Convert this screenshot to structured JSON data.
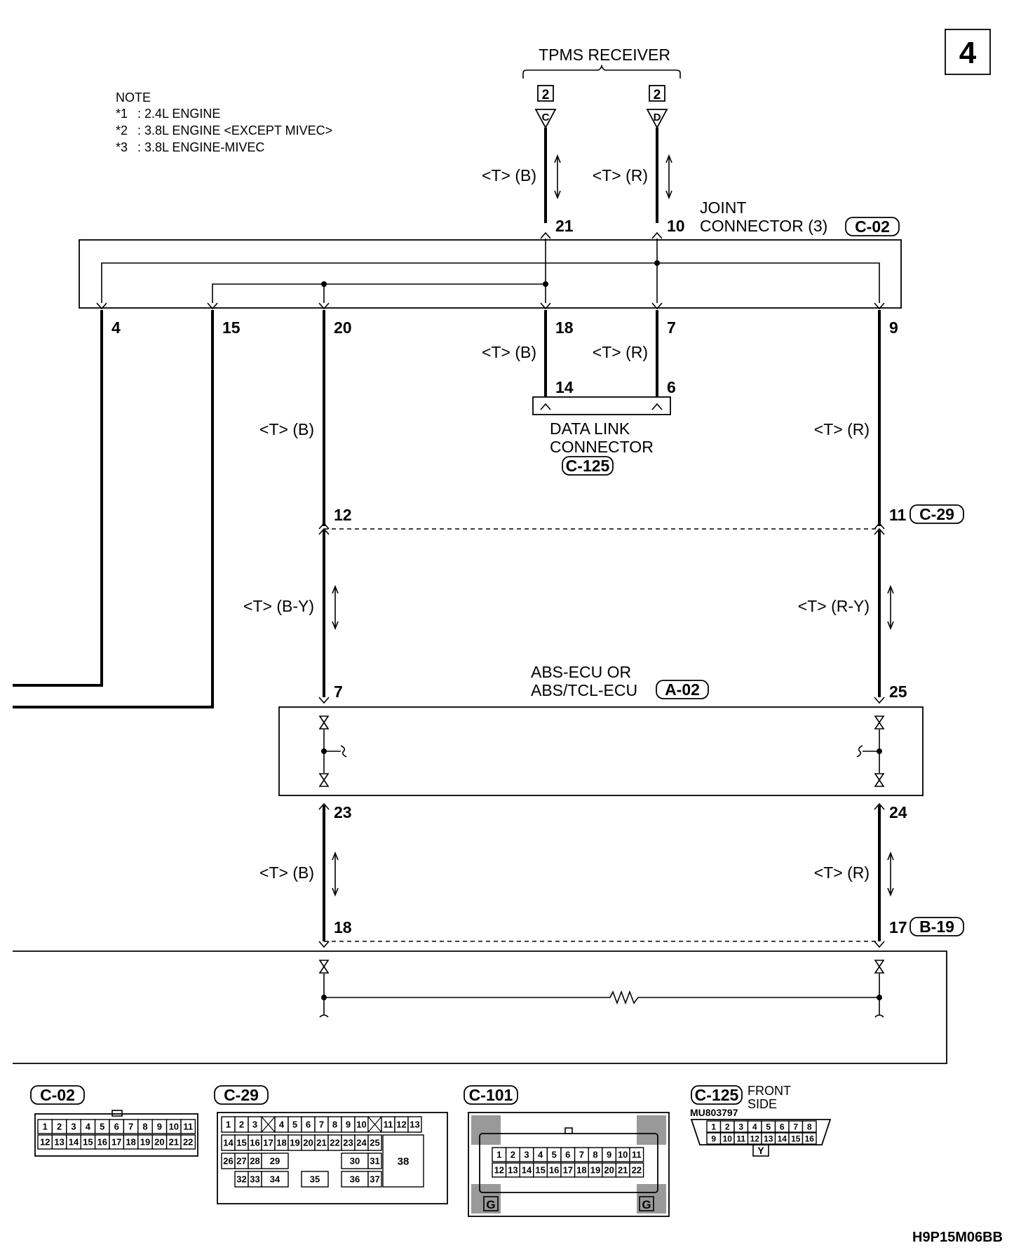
{
  "page_number": "4",
  "diagram_code": "H9P15M06BB",
  "note": {
    "title": "NOTE",
    "items": [
      {
        "mark": "*1",
        "text": ": 2.4L ENGINE"
      },
      {
        "mark": "*2",
        "text": ": 3.8L ENGINE <EXCEPT MIVEC>"
      },
      {
        "mark": "*3",
        "text": ": 3.8L ENGINE-MIVEC"
      }
    ]
  },
  "tpms": {
    "title": "TPMS RECEIVER",
    "pin_c_num": "2",
    "pin_c_letter": "C",
    "pin_d_num": "2",
    "pin_d_letter": "D"
  },
  "joint_connector": {
    "label1": "JOINT",
    "label2": "CONNECTOR (3)",
    "code": "C-02",
    "pins": {
      "p21": "21",
      "p10": "10",
      "p4": "4",
      "p15": "15",
      "p20": "20",
      "p18": "18",
      "p7": "7",
      "p9": "9"
    }
  },
  "wire_labels": {
    "tb": "<T> (B)",
    "tr": "<T> (R)",
    "tby": "<T> (B-Y)",
    "try": "<T> (R-Y)"
  },
  "data_link_connector": {
    "label1": "DATA LINK",
    "label2": "CONNECTOR",
    "code": "C-125",
    "pin14": "14",
    "pin6": "6"
  },
  "c29_connection": {
    "pin12": "12",
    "pin11": "11",
    "code": "C-29"
  },
  "abs_ecu": {
    "label1": "ABS-ECU OR",
    "label2": "ABS/TCL-ECU",
    "code": "A-02",
    "pin7": "7",
    "pin25": "25",
    "pin23": "23",
    "pin24": "24"
  },
  "b19_connection": {
    "pin18": "18",
    "pin17": "17",
    "code": "B-19"
  },
  "connectors": {
    "c02": {
      "code": "C-02",
      "row1": [
        "1",
        "2",
        "3",
        "4",
        "5",
        "6",
        "7",
        "8",
        "9",
        "10",
        "11"
      ],
      "row2": [
        "12",
        "13",
        "14",
        "15",
        "16",
        "17",
        "18",
        "19",
        "20",
        "21",
        "22"
      ]
    },
    "c29": {
      "code": "C-29",
      "row1": [
        "1",
        "2",
        "3",
        "4",
        "5",
        "6",
        "7",
        "8",
        "9",
        "10",
        "11",
        "12",
        "13"
      ],
      "row2": [
        "14",
        "15",
        "16",
        "17",
        "18",
        "19",
        "20",
        "21",
        "22",
        "23",
        "24",
        "25"
      ],
      "row3": [
        "26",
        "27",
        "28",
        "29",
        "30",
        "31"
      ],
      "row4": [
        "32",
        "33",
        "34",
        "35",
        "36",
        "37"
      ],
      "big": "38"
    },
    "c101": {
      "code": "C-101",
      "row1": [
        "1",
        "2",
        "3",
        "4",
        "5",
        "6",
        "7",
        "8",
        "9",
        "10",
        "11"
      ],
      "row2": [
        "12",
        "13",
        "14",
        "15",
        "16",
        "17",
        "18",
        "19",
        "20",
        "21",
        "22"
      ],
      "ground": "G"
    },
    "c125": {
      "code": "C-125",
      "side1": "FRONT",
      "side2": "SIDE",
      "part_no": "MU803797",
      "row1": [
        "1",
        "2",
        "3",
        "4",
        "5",
        "6",
        "7",
        "8"
      ],
      "row2": [
        "9",
        "10",
        "11",
        "12",
        "13",
        "14",
        "15",
        "16"
      ],
      "color": "Y"
    }
  }
}
